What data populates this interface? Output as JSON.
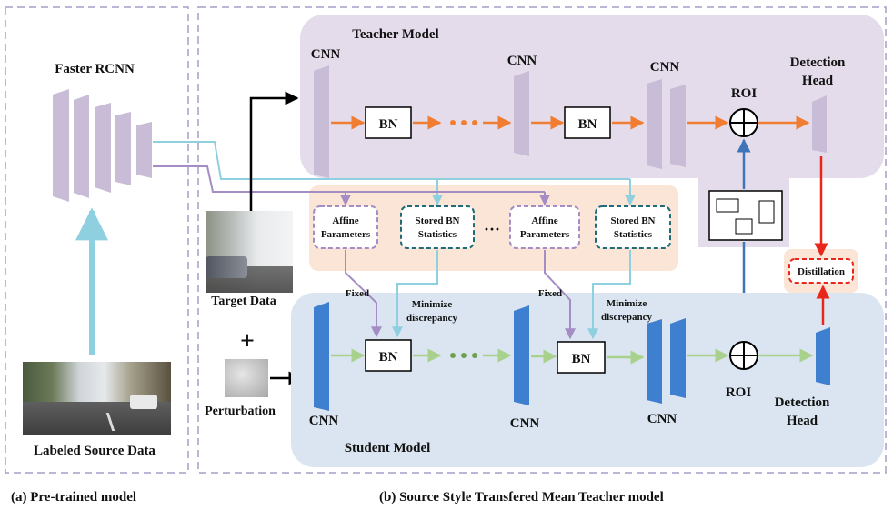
{
  "left_panel": {
    "title": "Faster RCNN",
    "source_label": "Labeled Source Data",
    "caption": "(a) Pre-trained model"
  },
  "right_panel": {
    "caption": "(b) Source Style Transfered Mean Teacher model",
    "teacher": {
      "title": "Teacher Model",
      "cnn_labels": [
        "CNN",
        "CNN",
        "CNN"
      ],
      "bn_labels": [
        "BN",
        "BN"
      ],
      "roi_label": "ROI",
      "head_label_line1": "Detection",
      "head_label_line2": "Head"
    },
    "bn_stats_panel": {
      "affine_line1": "Affine",
      "affine_line2": "Parameters",
      "stored_line1": "Stored BN",
      "stored_line2": "Statistics",
      "ellipsis": "···"
    },
    "inputs": {
      "target_label": "Target Data",
      "plus": "+",
      "perturbation_label": "Perturbation"
    },
    "arrow_labels": {
      "fixed": "Fixed",
      "minimize_line1": "Minimize",
      "minimize_line2": "discrepancy"
    },
    "student": {
      "title": "Student Model",
      "cnn_labels": [
        "CNN",
        "CNN",
        "CNN"
      ],
      "bn_labels": [
        "BN",
        "BN"
      ],
      "roi_label": "ROI",
      "head_label_line1": "Detection",
      "head_label_line2": "Head"
    },
    "distillation_label": "Distillation"
  },
  "colors": {
    "teacher_bg": "#e4dceb",
    "student_bg": "#dbe5f1",
    "bn_panel_bg": "#fbe5d6",
    "teacher_layer": "#c8bcd6",
    "student_layer": "#3f7fd0",
    "orange_arrow": "#f07d32",
    "green_arrow": "#a9d18e",
    "cyan_line": "#8fd0e0",
    "purple_line": "#a48cc4",
    "teal_dash": "#1f6b78",
    "red_arrow": "#e8261a",
    "roi_arrow": "#3f74b8",
    "frame_dash": "#a89cc8"
  }
}
